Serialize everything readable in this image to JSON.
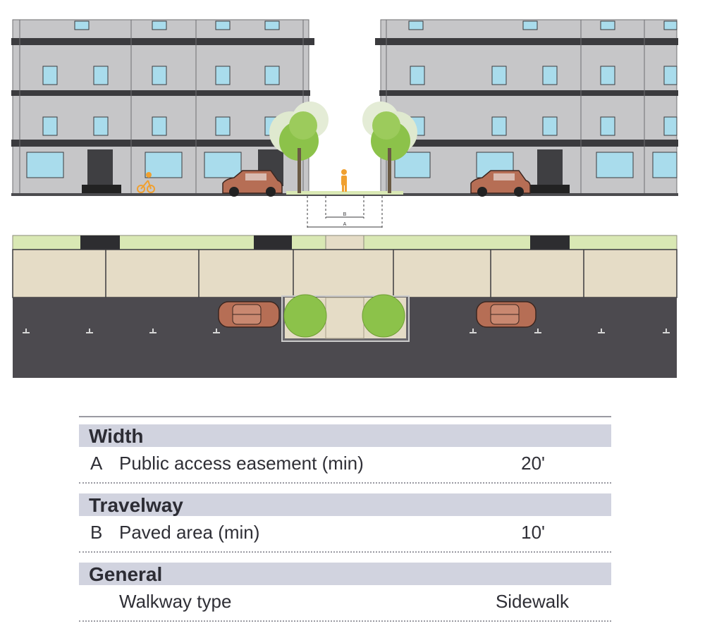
{
  "colors": {
    "building": "#c6c6c8",
    "building_band": "#3b3b3e",
    "window": "#a9dcec",
    "door": "#3f3f42",
    "tree_foliage": "#8cc24a",
    "landscape_strip": "#d9e8b4",
    "sidewalk": "#e5dcc6",
    "road": "#4c4a4f",
    "car": "#b66e55",
    "pedestrian": "#f0a030",
    "table_header_bg": "#d1d3df"
  },
  "diagram": {
    "dim_labels": [
      "B",
      "A"
    ]
  },
  "table": {
    "sections": [
      {
        "title": "Width",
        "rows": [
          {
            "code": "A",
            "label": "Public access easement (min)",
            "value": "20'"
          }
        ]
      },
      {
        "title": "Travelway",
        "rows": [
          {
            "code": "B",
            "label": "Paved area (min)",
            "value": "10'"
          }
        ]
      },
      {
        "title": "General",
        "rows": [
          {
            "code": "",
            "label": "Walkway type",
            "value": "Sidewalk"
          }
        ]
      }
    ]
  }
}
